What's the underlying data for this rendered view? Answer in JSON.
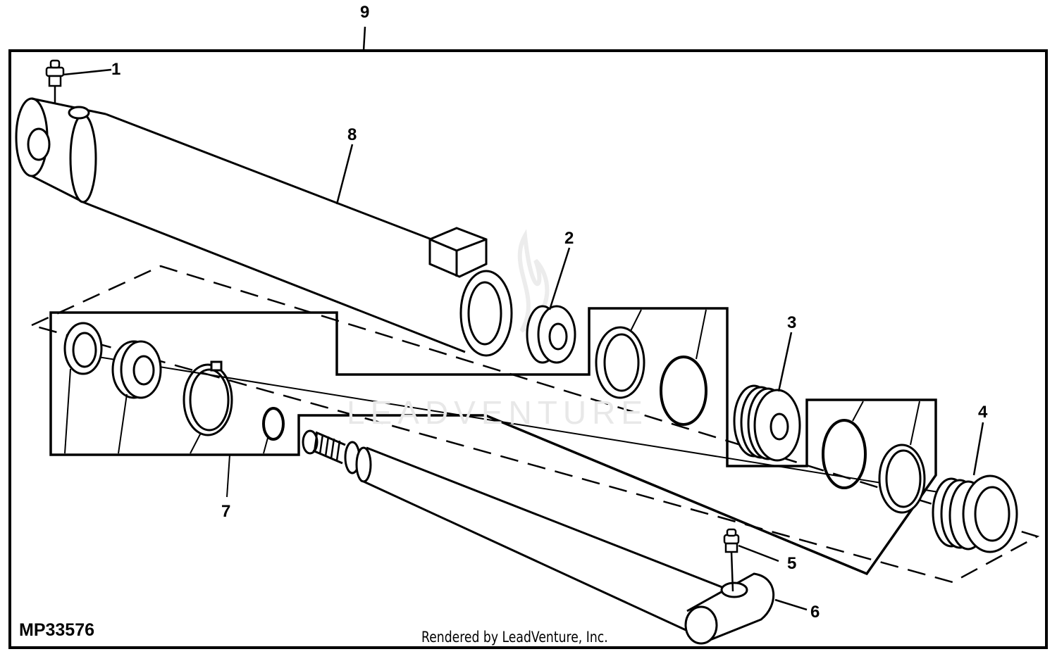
{
  "figure": {
    "code": "MP33576",
    "credit": "Rendered by LeadVenture, Inc.",
    "watermark": "LEADVENTURE"
  },
  "callouts": [
    {
      "id": "1",
      "label": "1"
    },
    {
      "id": "2",
      "label": "2"
    },
    {
      "id": "3",
      "label": "3"
    },
    {
      "id": "4",
      "label": "4"
    },
    {
      "id": "5",
      "label": "5"
    },
    {
      "id": "6",
      "label": "6"
    },
    {
      "id": "7",
      "label": "7"
    },
    {
      "id": "8",
      "label": "8"
    },
    {
      "id": "9",
      "label": "9"
    }
  ],
  "colors": {
    "ink": "#000000",
    "paper": "#ffffff",
    "watermark": "#e8e8e8"
  }
}
